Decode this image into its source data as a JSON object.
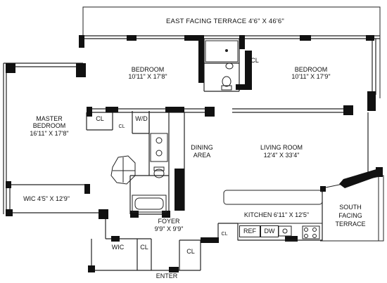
{
  "rooms": {
    "east_terrace": "EAST FACING TERRACE  4'6\" X 46'6\"",
    "bedroom_1": {
      "name": "BEDROOM",
      "dims": "10'11\" X 17'8\""
    },
    "bedroom_2": {
      "name": "BEDROOM",
      "dims": "10'11\" X 17'9\""
    },
    "master": {
      "name_line1": "MASTER",
      "name_line2": "BEDROOM",
      "dims": "16'11\" X 17'8\""
    },
    "wic_master": "WIC  4'5\" X 12'9\"",
    "dining": {
      "line1": "DINING",
      "line2": "AREA"
    },
    "living": {
      "name": "LIVING ROOM",
      "dims": "12'4\" X 33'4\""
    },
    "kitchen": "KITCHEN 6'11\" X 12'5\"",
    "south_terrace": {
      "line1": "SOUTH",
      "line2": "FACING",
      "line3": "TERRACE"
    },
    "foyer": {
      "name": "FOYER",
      "dims": "9'9\" X 9'9\""
    },
    "wic_foyer": "WIC",
    "closets": {
      "cl_top": "CL",
      "cl_left": "CL",
      "cl_small": "CL",
      "wd": "W/D",
      "cl_foyer1": "CL",
      "cl_foyer2": "CL",
      "cl_kitchen": "CL"
    },
    "appliances": {
      "ref": "REF",
      "dw": "DW"
    },
    "enter": "ENTER"
  }
}
